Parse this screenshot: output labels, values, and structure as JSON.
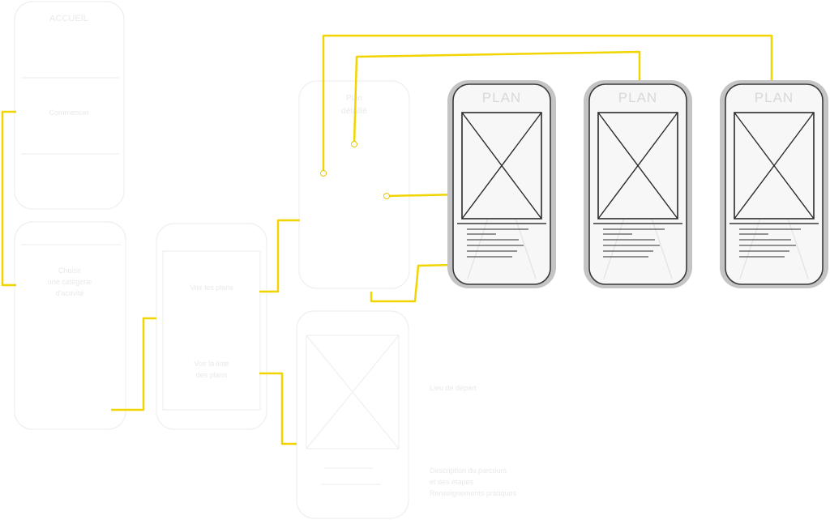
{
  "screens": {
    "accueil": {
      "title": "ACCUEIL",
      "link_label": "Commencer"
    },
    "categories": {
      "lines": [
        "Choisir",
        "une catégorie",
        "d'activité"
      ]
    },
    "choice": {
      "option_1": "Voir les plans",
      "option_2_line1": "Voir la liste",
      "option_2_line2": "des plans"
    },
    "plan_detail": {
      "title_line1": "Plan",
      "title_line2": "détaillé"
    },
    "map": {
      "caption": "Lieu de départ",
      "desc": [
        "Description du parcours",
        "et des étapes",
        "Renseignements pratiques"
      ]
    }
  },
  "plans": [
    {
      "title": "PLAN"
    },
    {
      "title": "PLAN"
    },
    {
      "title": "PLAN"
    }
  ],
  "colors": {
    "connector": "#f2d500",
    "phone_frame": "#c4c4c6",
    "phone_screen": "#f7f7f7",
    "ghost": "#eeeeee"
  }
}
